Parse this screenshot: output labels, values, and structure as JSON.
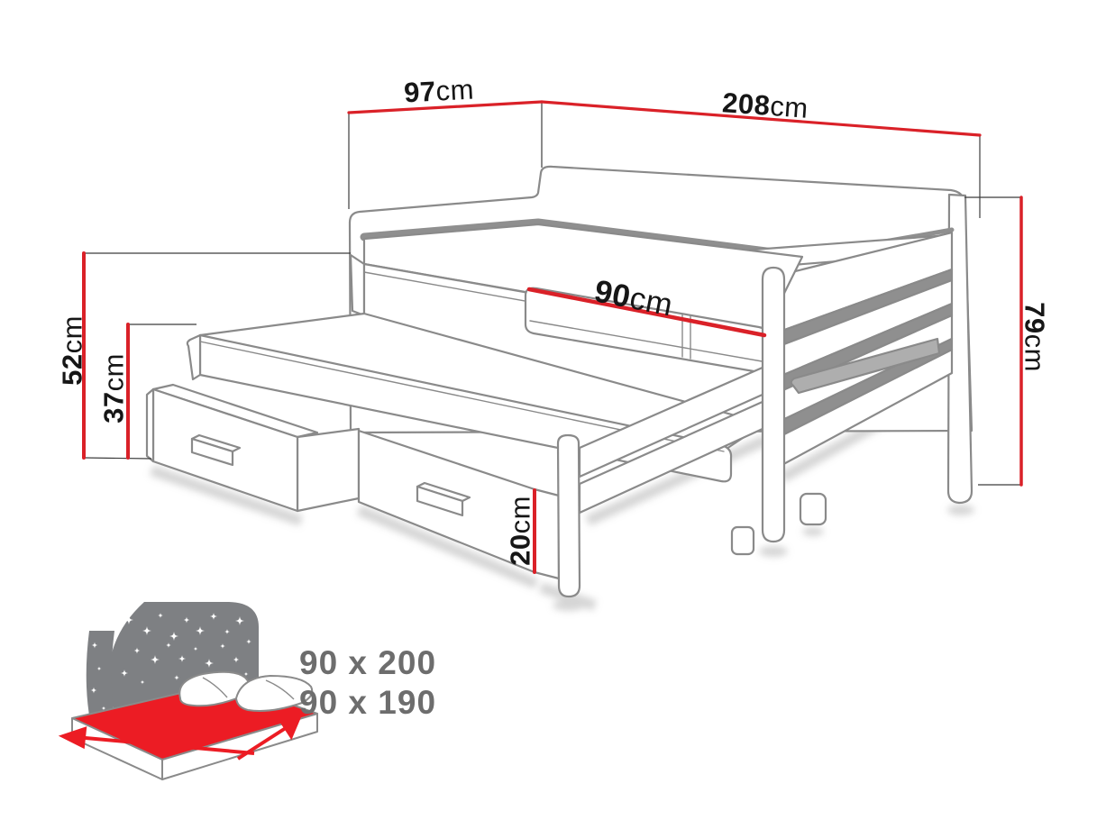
{
  "page": {
    "background": "#ffffff"
  },
  "dimensions": {
    "depth": {
      "value": "97",
      "unit": "cm"
    },
    "length": {
      "value": "208",
      "unit": "cm"
    },
    "guard_rail": {
      "value": "90",
      "unit": "cm"
    },
    "total_height": {
      "value": "52",
      "unit": "cm"
    },
    "trundle_height": {
      "value": "37",
      "unit": "cm"
    },
    "headboard_height": {
      "value": "79",
      "unit": "cm"
    },
    "drawer_height": {
      "value": "20",
      "unit": "cm"
    }
  },
  "mattress_sizes": {
    "upper": "90 x 200",
    "lower": "90 x 190"
  },
  "icons": {
    "mattress": "mattress-night-icon"
  },
  "colors": {
    "dimension_red": "#da2128",
    "icon_red": "#ec1c24",
    "outline_gray": "#8a8a8a",
    "shadow_gray": "#8f8f8f",
    "icon_gray": "#7e8083",
    "size_text_gray": "#6d6d6d",
    "dimension_text": "#161616"
  }
}
